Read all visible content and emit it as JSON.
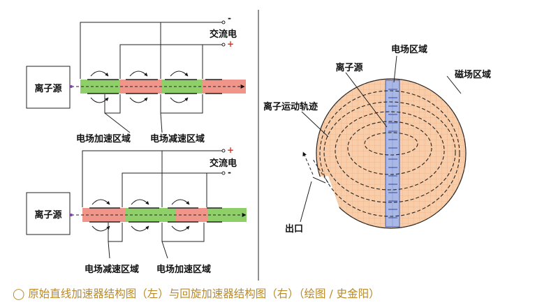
{
  "linear_top": {
    "source": "离子源",
    "ac": "交流电",
    "pol_upper": "-",
    "pol_lower": "+",
    "label_left": "电场加速区域",
    "label_right": "电场减速区域",
    "segment_colors": [
      "green",
      "red",
      "green",
      "red"
    ]
  },
  "linear_bottom": {
    "source": "离子源",
    "ac": "交流电",
    "pol_upper": "+",
    "pol_lower": "-",
    "label_left": "电场减速区域",
    "label_right": "电场加速区域",
    "segment_colors": [
      "red",
      "green",
      "red",
      "green"
    ]
  },
  "cyclotron": {
    "electric_region": "电场区域",
    "source": "离子源",
    "magnetic_region": "磁场区域",
    "trajectory": "离子运动轨迹",
    "exit": "出口"
  },
  "caption": "◯ 原始直线加速器结构图（左）与回旋加速器结构图（右）（绘图 / 史金阳）",
  "colors": {
    "green": "#8ecf6a",
    "red": "#f0958a",
    "disc": "#f8cda9",
    "strip": "#aab8e6",
    "caption": "#b98a2a",
    "polarity_plus": "#e0372b"
  }
}
